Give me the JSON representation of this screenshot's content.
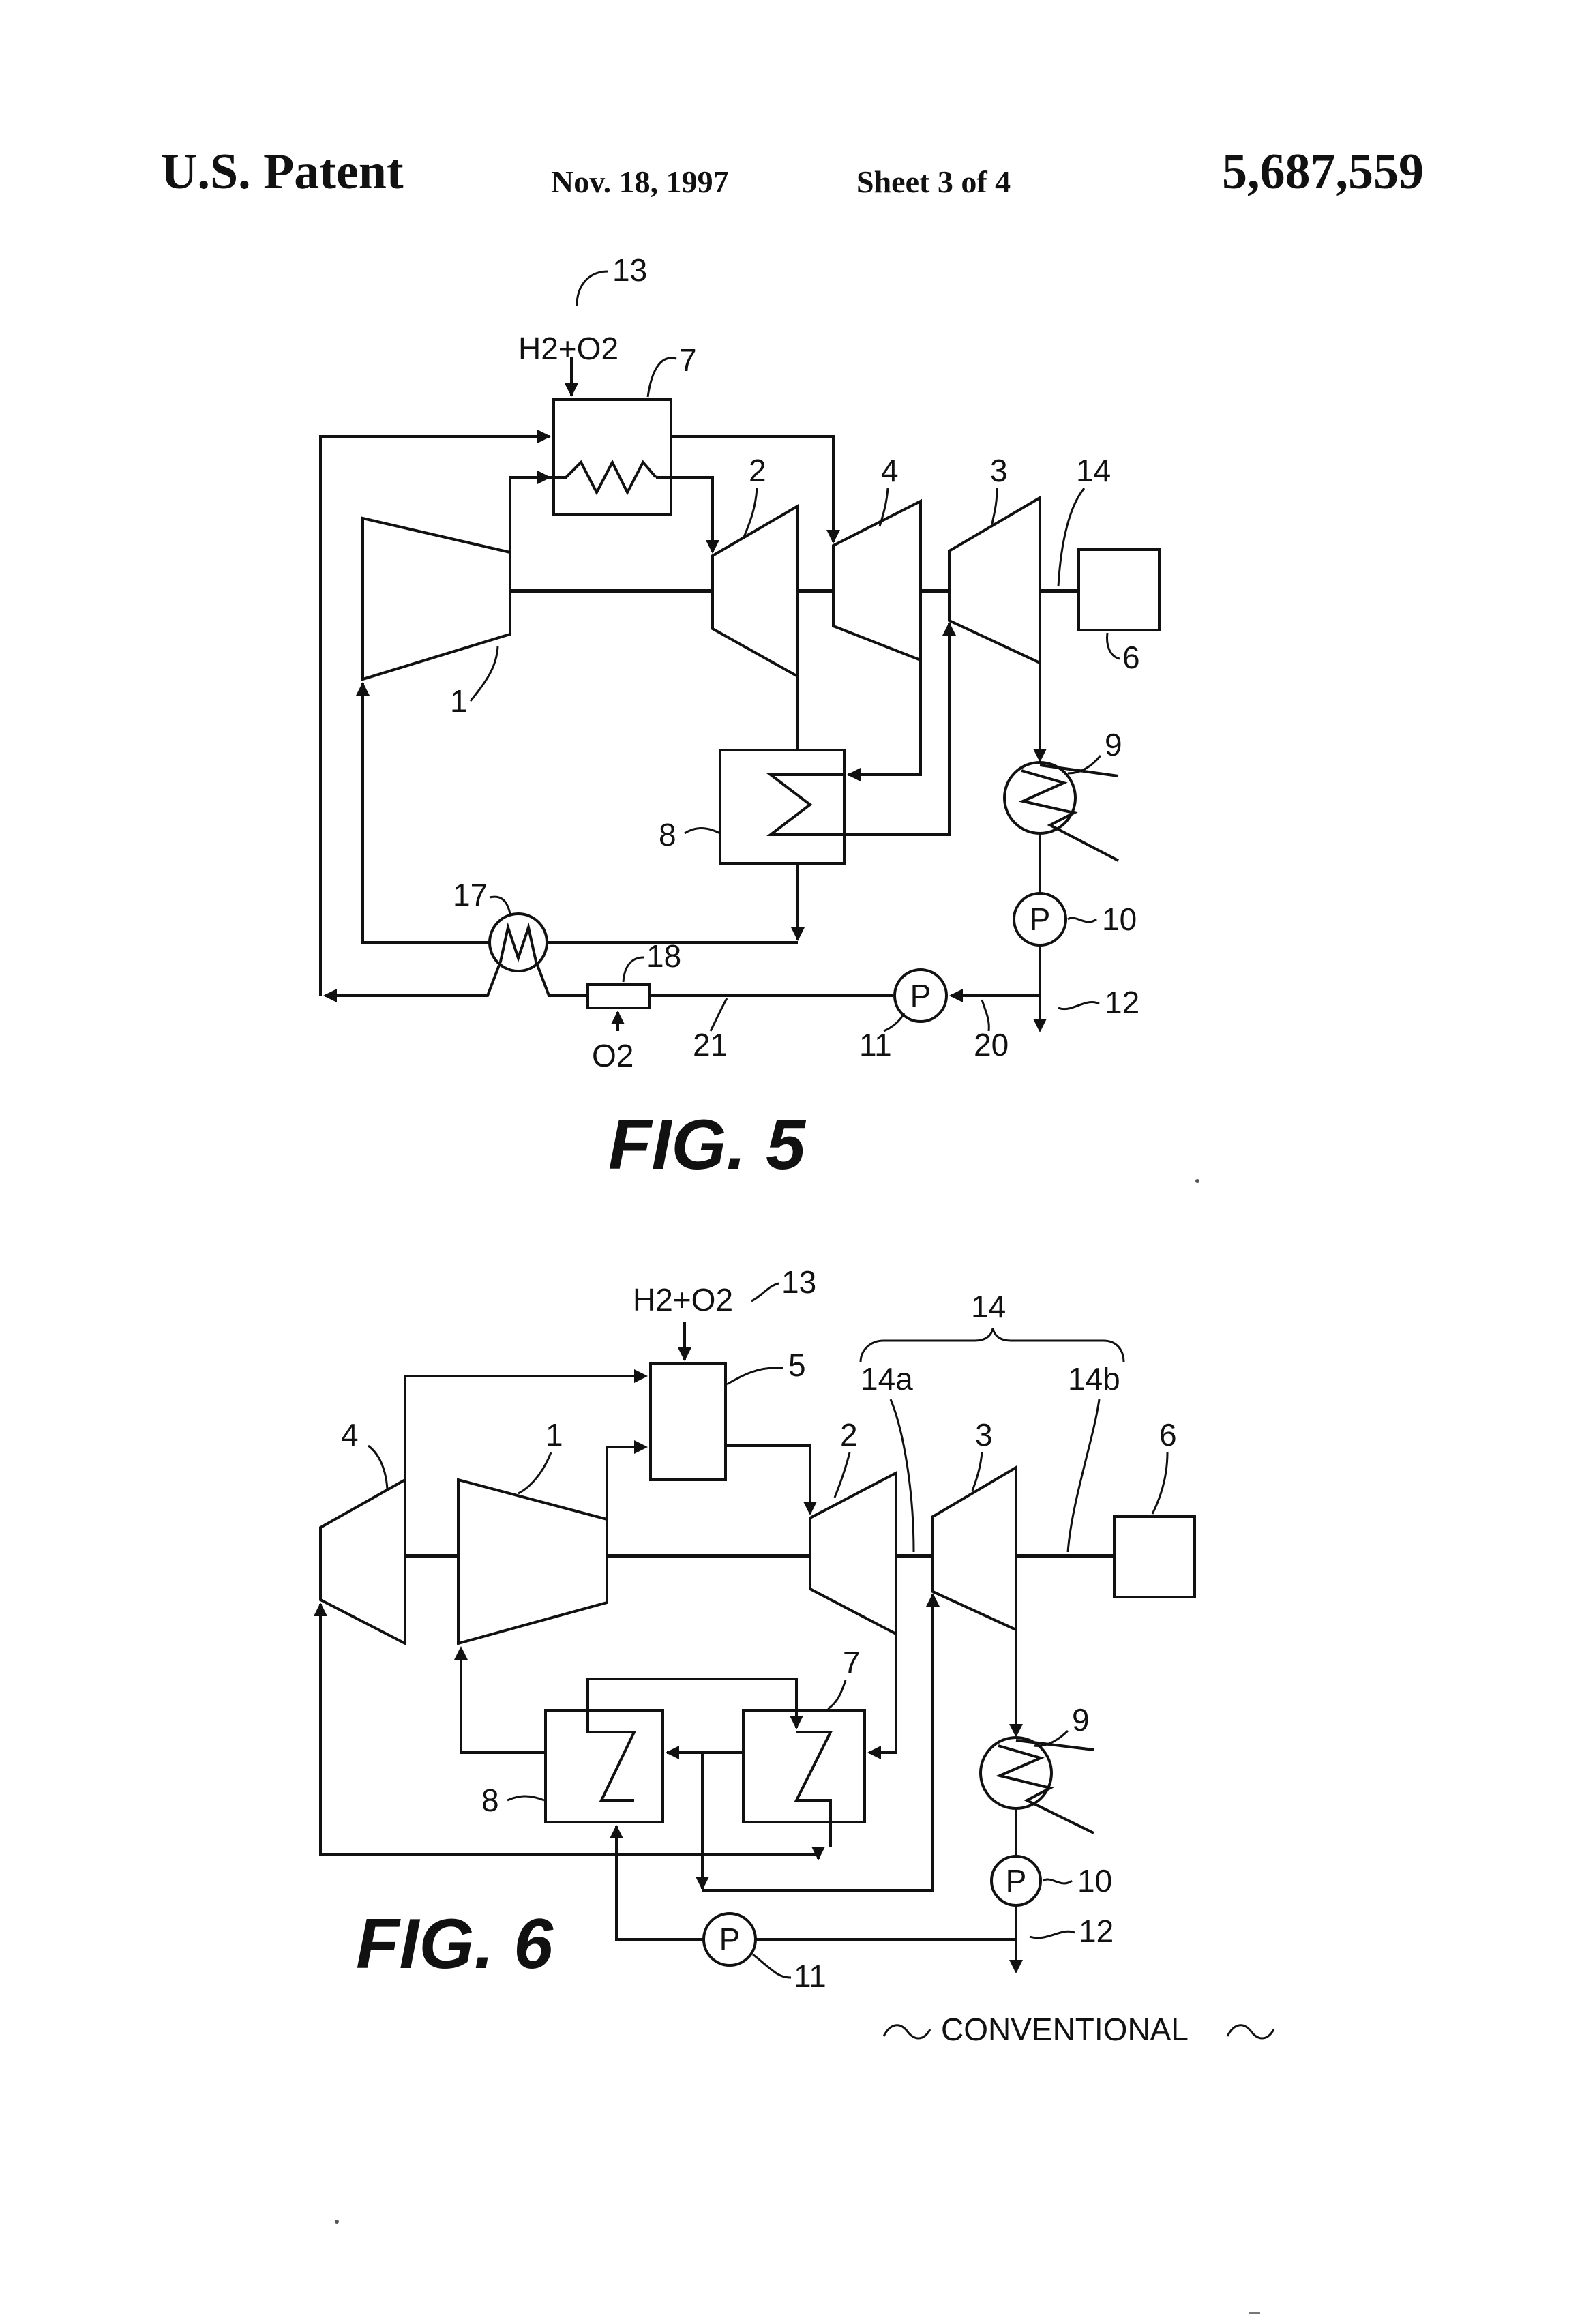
{
  "header": {
    "left": "U.S. Patent",
    "date": "Nov. 18, 1997",
    "sheet": "Sheet 3 of 4",
    "number": "5,687,559"
  },
  "fig5": {
    "caption": "FIG. 5",
    "fuel": "H2+O2",
    "oxygen": "O2",
    "pump": "P",
    "labels": {
      "n13": "13",
      "n7": "7",
      "n2": "2",
      "n4": "4",
      "n3": "3",
      "n14": "14",
      "n6": "6",
      "n1": "1",
      "n9": "9",
      "n8": "8",
      "n10": "10",
      "n17": "17",
      "n18": "18",
      "n12": "12",
      "n21": "21",
      "n11": "11",
      "n20": "20"
    }
  },
  "fig6": {
    "caption": "FIG. 6",
    "fuel": "H2+O2",
    "pump": "P",
    "conventional": "CONVENTIONAL",
    "labels": {
      "n13": "13",
      "n14": "14",
      "n5": "5",
      "n14a": "14a",
      "n14b": "14b",
      "n4": "4",
      "n1": "1",
      "n2": "2",
      "n3": "3",
      "n6": "6",
      "n7": "7",
      "n9": "9",
      "n8": "8",
      "n10": "10",
      "n12": "12",
      "n11": "11"
    }
  }
}
